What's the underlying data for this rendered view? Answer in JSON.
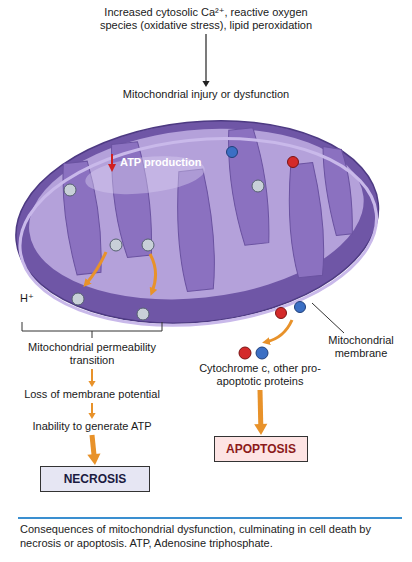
{
  "diagram": {
    "caption": "Consequences of mitochondrial dysfunction, culminating in cell death by necrosis or apoptosis. ATP, Adenosine triphosphate.",
    "nodes": [
      {
        "text": [
          "Increased cytosolic Ca²⁺, reactive oxygen species (oxidative stress), lipid peroxidation"
        ]
      },
      {
        "text": [
          "Mitochondrial injury or dysfunction"
        ]
      },
      {
        "text": [
          "Mitochondrial permeability transition"
        ]
      },
      {
        "text": [
          "Loss of membrane potential"
        ]
      },
      {
        "text": [
          "Inability to generate ATP"
        ]
      },
      {
        "text": [
          "NECROSIS"
        ]
      },
      {
        "text": [
          "Cytochrome c, other pro-apoptotic proteins"
        ]
      },
      {
        "text": [
          "APOPTOSIS"
        ]
      }
    ],
    "edges": [
      {
        "from": 0,
        "to": 1,
        "arrow": "to"
      },
      {
        "from": 2,
        "to": 3,
        "arrow": "to"
      },
      {
        "from": 3,
        "to": 4,
        "arrow": "to"
      },
      {
        "from": 4,
        "to": 5,
        "arrow": "to"
      },
      {
        "from": 6,
        "to": 7,
        "arrow": "to"
      }
    ],
    "labels": [
      "ATP production",
      "H⁺",
      "Mitochondrial membrane"
    ]
  }
}
